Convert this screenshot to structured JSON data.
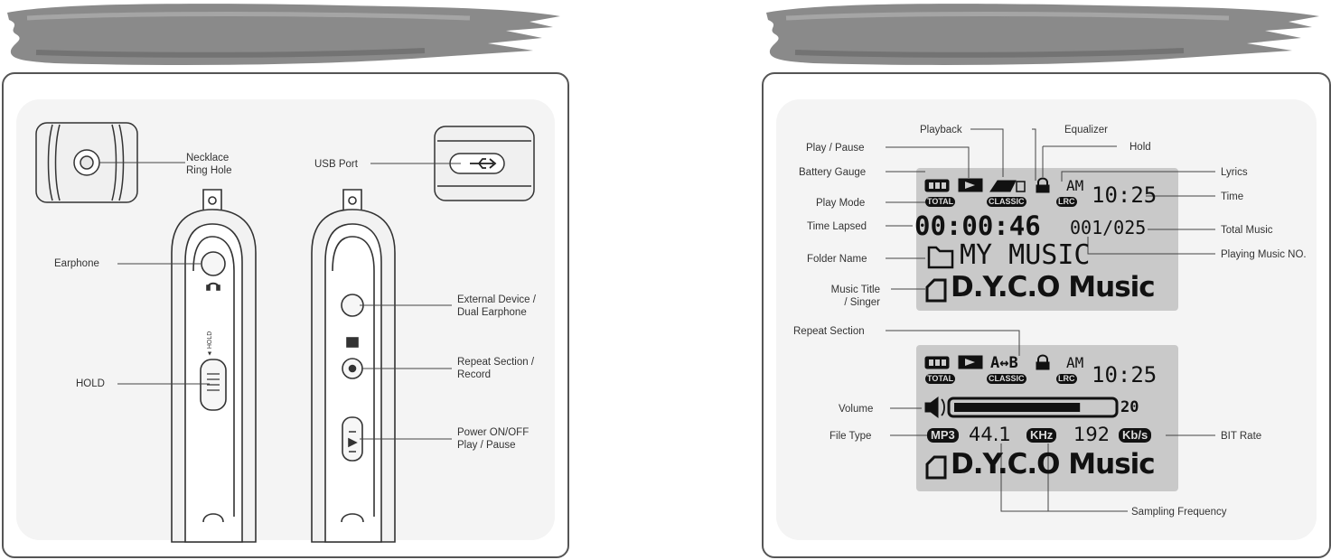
{
  "left_panel": {
    "labels": {
      "necklace": "Necklace\nRing Hole",
      "usb": "USB Port",
      "earphone": "Earphone",
      "hold": "HOLD",
      "external": "External Device /\nDual Earphone",
      "repeat": "Repeat Section /\nRecord",
      "power": "Power ON/OFF\nPlay / Pause"
    }
  },
  "right_panel": {
    "labels": {
      "playback": "Playback",
      "equalizer": "Equalizer",
      "play_pause": "Play / Pause",
      "hold": "Hold",
      "battery": "Battery Gauge",
      "lyrics": "Lyrics",
      "play_mode": "Play Mode",
      "time": "Time",
      "time_lapsed": "Time Lapsed",
      "total_music": "Total Music",
      "folder_name": "Folder Name",
      "playing_no": "Playing Music NO.",
      "music_title": "Music Title\n/ Singer",
      "repeat_section": "Repeat Section",
      "volume": "Volume",
      "file_type": "File Type",
      "bit_rate": "BIT Rate",
      "sampling": "Sampling Frequency"
    },
    "lcd1": {
      "am": "AM",
      "clock": "10:25",
      "total_badge": "TOTAL",
      "classic_badge": "CLASSIC",
      "lrc_badge": "LRC",
      "elapsed": "00:00:46",
      "track": "001/025",
      "folder": "MY MUSIC",
      "title": "D.Y.C.O Music"
    },
    "lcd2": {
      "ab": "A↔B",
      "am": "AM",
      "clock": "10:25",
      "total_badge": "TOTAL",
      "classic_badge": "CLASSIC",
      "lrc_badge": "LRC",
      "volume_value": "20",
      "volume_level": 0.8,
      "filetype": "MP3",
      "freq": "44.1",
      "khz": "KHz",
      "bitrate": "192",
      "kbs": "Kb/s",
      "title": "D.Y.C.O Music"
    }
  }
}
